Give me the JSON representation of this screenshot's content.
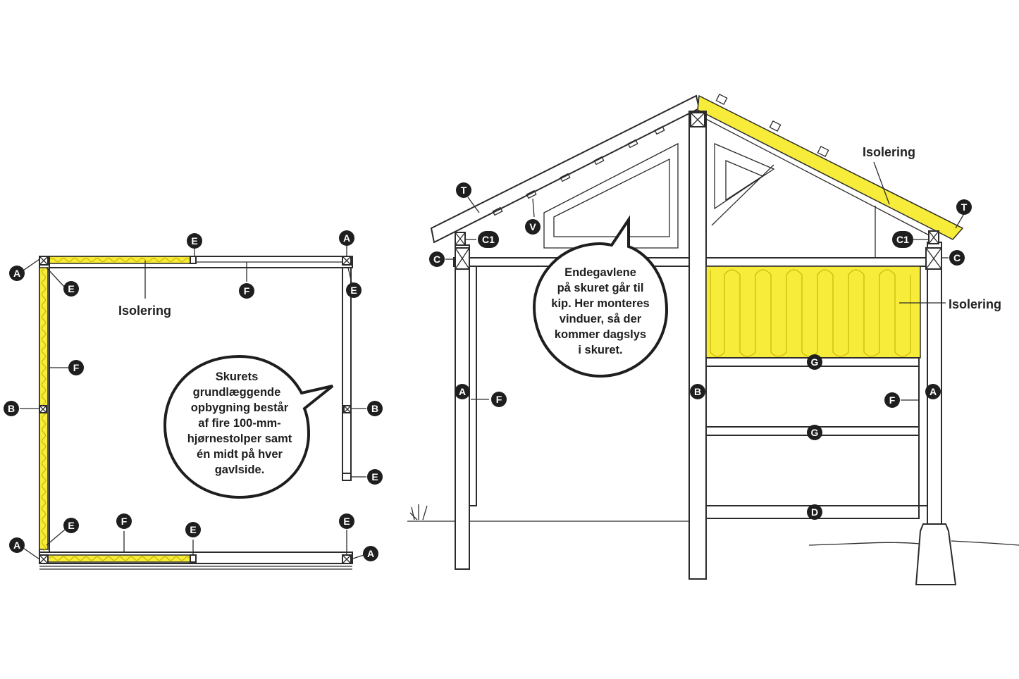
{
  "plan": {
    "markers": {
      "a_top_left": "A",
      "a_top_right": "A",
      "a_bottom_left": "A",
      "a_bottom_right": "A",
      "b_left": "B",
      "b_right": "B",
      "e_top_mid": "E",
      "e_top_left": "E",
      "e_top_right": "E",
      "e_right_bottom": "E",
      "e_bottom_left": "E",
      "e_bottom_mid": "E",
      "e_bottom_right": "E",
      "f_top": "F",
      "f_left": "F",
      "f_bottom": "F"
    },
    "insulation_label": "Isolering",
    "bubble_lines": [
      "Skurets",
      "grundlæggende",
      "opbygning består",
      "af fire 100-mm-",
      "hjørnestolper samt",
      "én midt på hver",
      "gavlside."
    ]
  },
  "elevation": {
    "markers": {
      "t_left": "T",
      "t_right": "T",
      "v": "V",
      "c1_left": "C1",
      "c1_right": "C1",
      "c_left": "C",
      "c_right": "C",
      "a_left": "A",
      "a_right": "A",
      "f_left": "F",
      "f_right": "F",
      "b": "B",
      "g_top": "G",
      "g_mid": "G",
      "d": "D"
    },
    "insulation_roof_label": "Isolering",
    "insulation_wall_label": "Isolering",
    "bubble_lines": [
      "Endegavlene",
      "på skuret går til",
      "kip. Her monteres",
      "vinduer, så der",
      "kommer dagslys",
      "i skuret."
    ]
  },
  "colors": {
    "insulation": "#f7ec3a",
    "marker": "#1e1e1e",
    "line": "#2b2b2b"
  }
}
